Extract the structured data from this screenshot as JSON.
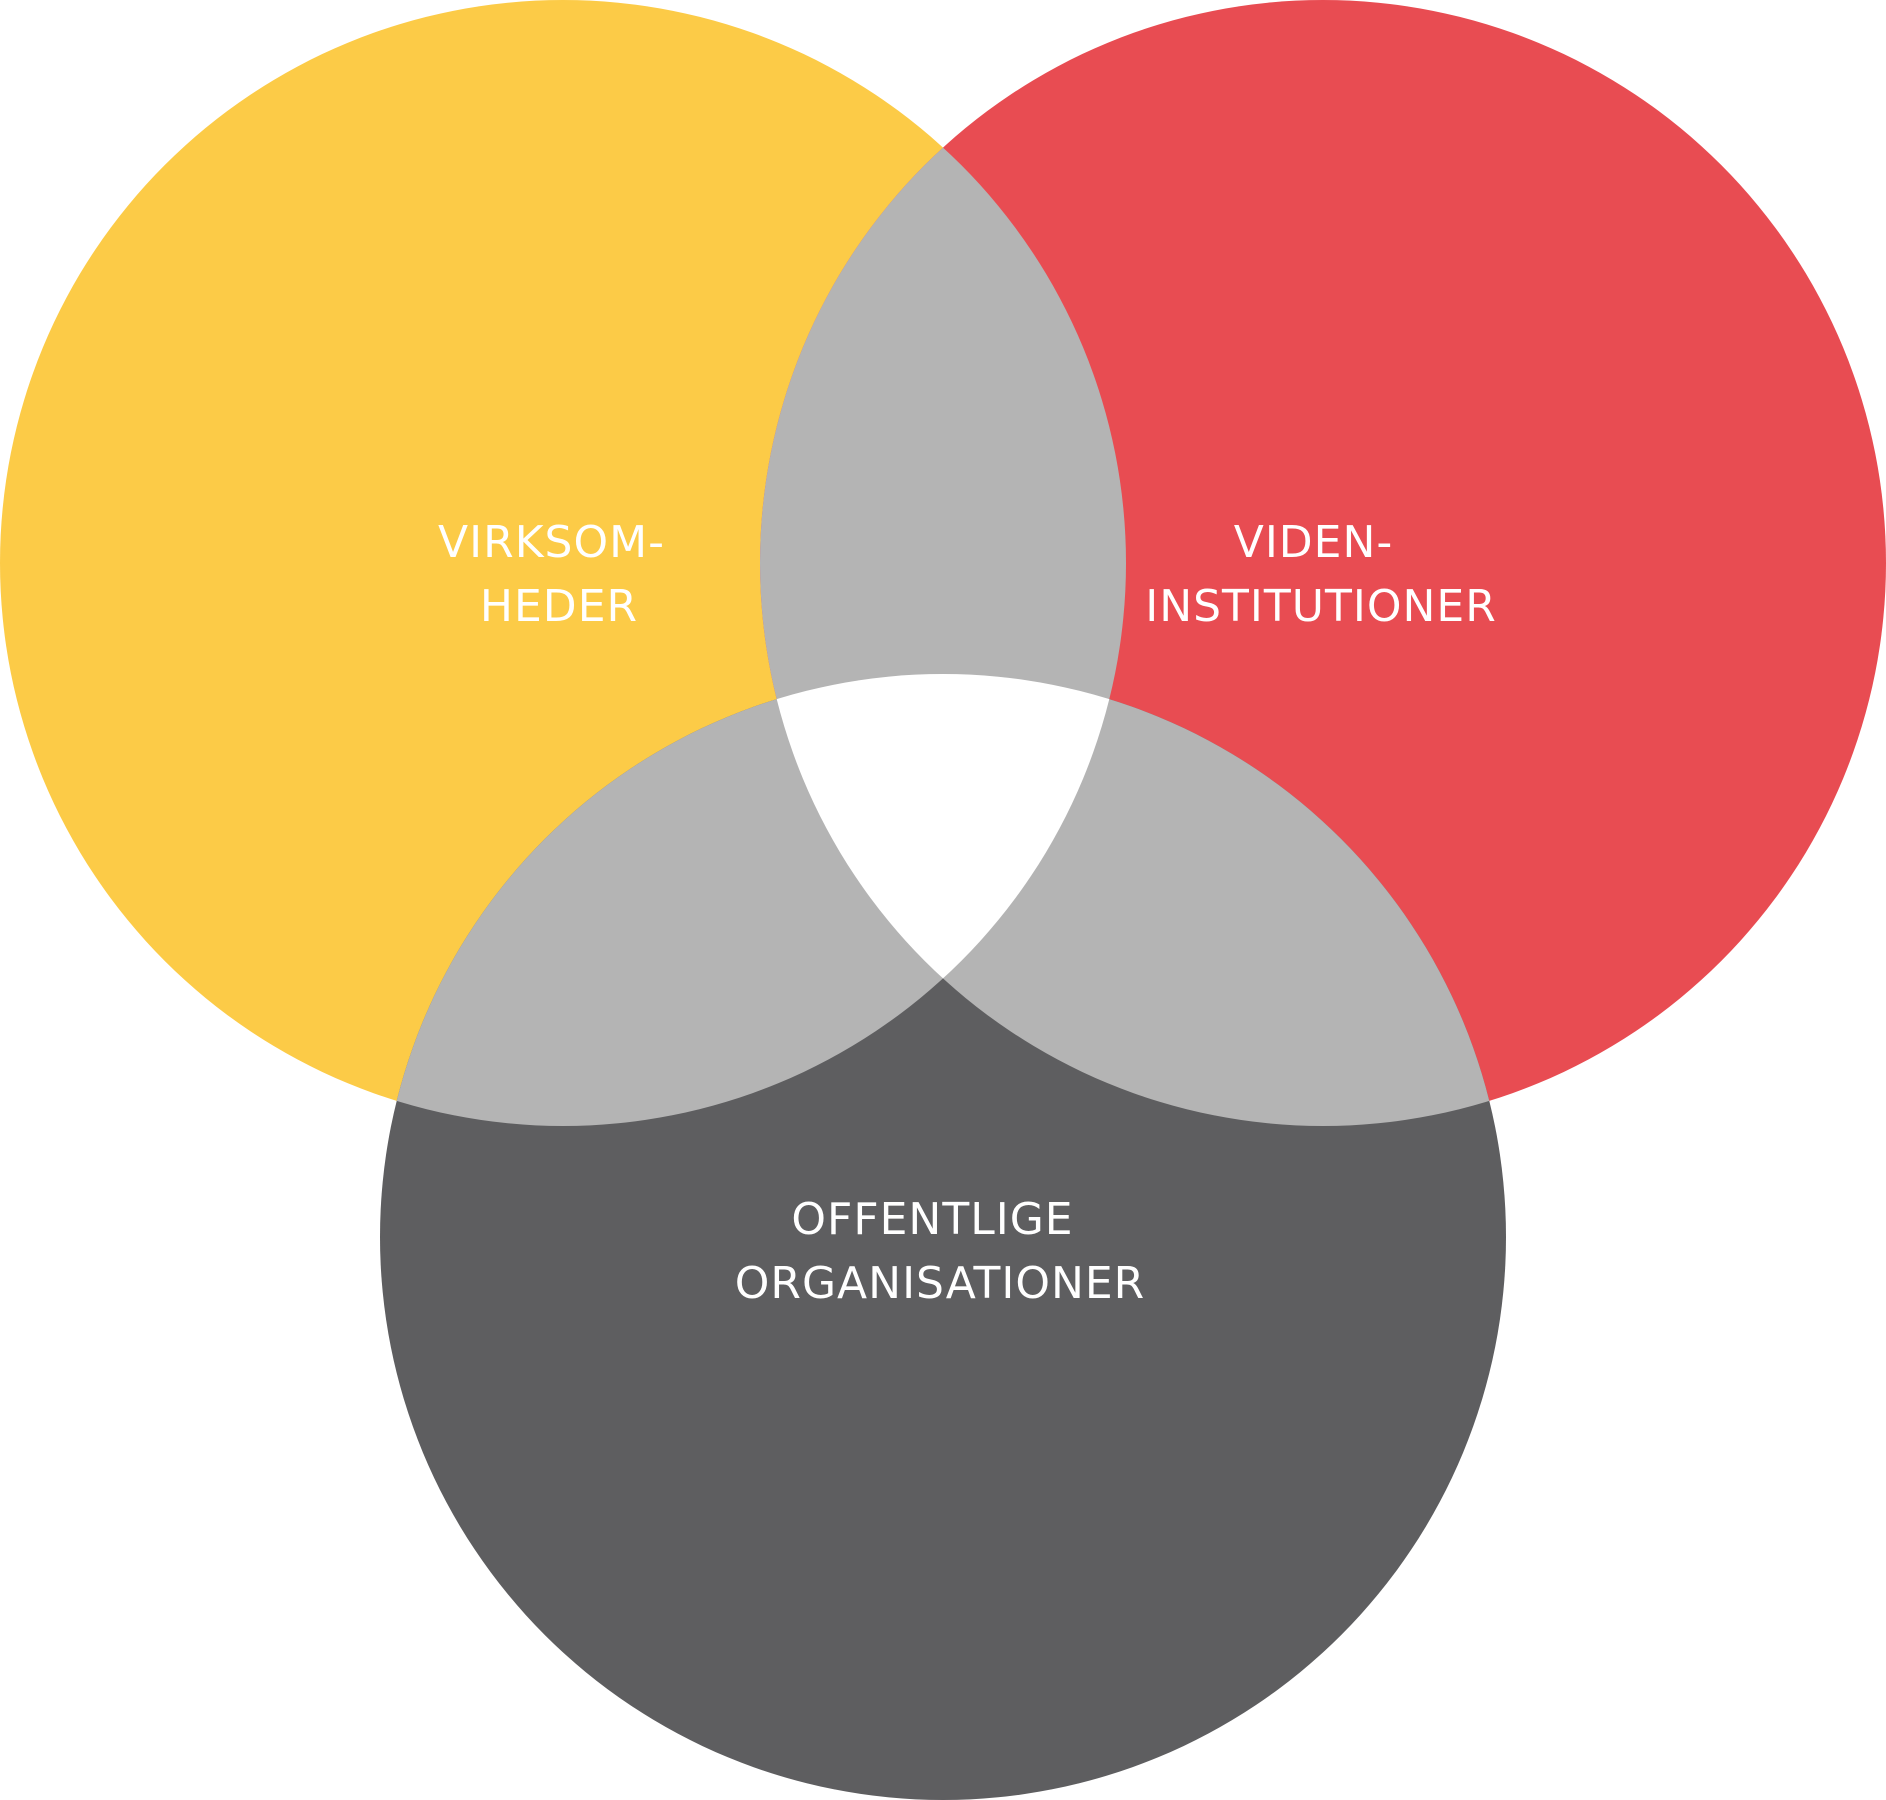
{
  "diagram": {
    "type": "venn",
    "sets": [
      {
        "id": "virksomheder",
        "label_lines": [
          "VIRKSOM-",
          "HEDER"
        ],
        "color": "#FCCB47"
      },
      {
        "id": "videninstitutioner",
        "label_lines": [
          "VIDEN-",
          "INSTITUTIONER"
        ],
        "color": "#E84C52"
      },
      {
        "id": "offentlige-organisationer",
        "label_lines": [
          "OFFENTLIGE",
          "ORGANISATIONER"
        ],
        "color": "#5E5E60"
      }
    ],
    "pairwise_overlap_color": "#B4B4B4",
    "triple_overlap_color": "#FFFFFF",
    "label_color": "#FFFFFF"
  }
}
